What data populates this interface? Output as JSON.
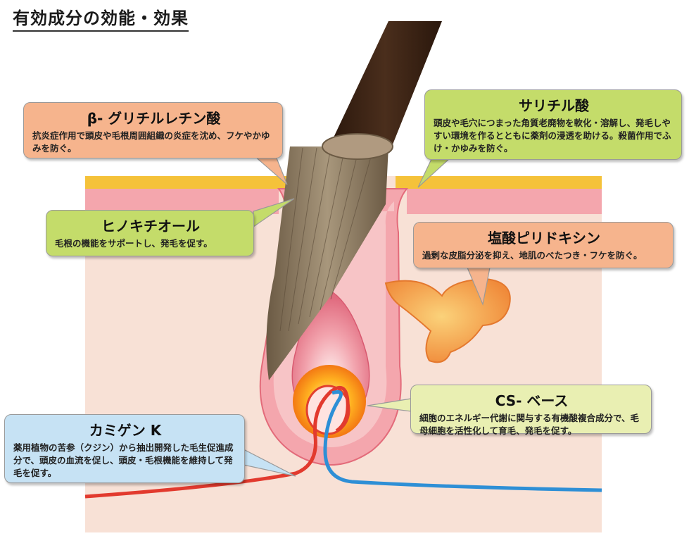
{
  "title": "有効成分の効能・効果",
  "callouts": {
    "glycyrrhetinic": {
      "name": "β- グリチルレチン酸",
      "desc": "抗炎症作用で頭皮や毛根周囲組織の炎症を沈め、フケやかゆみを防ぐ。"
    },
    "salicylic": {
      "name": "サリチル酸",
      "desc": "頭皮や毛穴につまった角質老廃物を軟化・溶解し、発毛しやすい環境を作るとともに薬剤の浸透を助ける。殺菌作用でふけ・かゆみを防ぐ。"
    },
    "hinokitiol": {
      "name": "ヒノキチオール",
      "desc": "毛根の機能をサポートし、発毛を促す。"
    },
    "pyridoxine": {
      "name": "塩酸ピリドキシン",
      "desc": "過剰な皮脂分泌を抑え、地肌のべたつき・フケを防ぐ。"
    },
    "csbase": {
      "name": "CS- ベース",
      "desc": "細胞のエネルギー代謝に関与する有機酸複合成分で、毛母細胞を活性化して育毛、発毛を促す。"
    },
    "kamigen": {
      "name": "カミゲン K",
      "desc": "薬用植物の苦参（クジン）から抽出開発した毛生促進成分で、頭皮の血流を促し、頭皮・毛根機能を維持して発毛を促す。"
    }
  },
  "colors": {
    "orange_box": "#f6b48d",
    "green_box": "#c4dc6a",
    "light_green_box": "#e9efb2",
    "blue_box": "#c6e2f4",
    "skin_top": "#f5c23a",
    "epidermis": "#f4a6ad",
    "dermis": "#f8e1d6",
    "hair": "#3d2516",
    "artery": "#e23a2e",
    "vein": "#2e8fd6",
    "sebaceous_gland": "#f7a24b"
  }
}
